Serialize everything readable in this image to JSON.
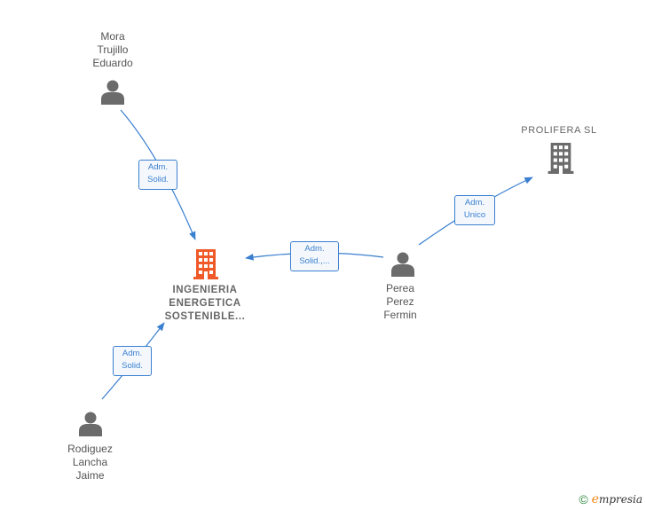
{
  "nodes": {
    "mora": {
      "label_lines": [
        "Mora",
        "Trujillo",
        "Eduardo"
      ],
      "icon": "person-icon"
    },
    "ingenieria": {
      "label_lines": [
        "INGENIERIA",
        "ENERGETICA",
        "SOSTENIBLE..."
      ],
      "icon": "building-icon",
      "color": "#f05a28"
    },
    "prolifera": {
      "label_lines": [
        "PROLIFERA SL"
      ],
      "icon": "building-icon",
      "color": "#6b6b6b"
    },
    "perea": {
      "label_lines": [
        "Perea",
        "Perez",
        "Fermin"
      ],
      "icon": "person-icon"
    },
    "rodiguez": {
      "label_lines": [
        "Rodiguez",
        "Lancha",
        "Jaime"
      ],
      "icon": "person-icon"
    }
  },
  "edges": {
    "mora_ingenieria": {
      "label_lines": [
        "Adm.",
        "Solid."
      ]
    },
    "perea_ingenieria": {
      "label_lines": [
        "Adm.",
        "Solid.,..."
      ]
    },
    "perea_prolifera": {
      "label_lines": [
        "Adm.",
        "Unico"
      ]
    },
    "rodiguez_ingenieria": {
      "label_lines": [
        "Adm.",
        "Solid."
      ]
    }
  },
  "colors": {
    "edge": "#3a7fd0",
    "person": "#6b6b6b",
    "main_company": "#f05a28",
    "company": "#6b6b6b"
  },
  "brand": {
    "copyright_symbol": "©",
    "initial": "e",
    "rest": "mpresia"
  }
}
